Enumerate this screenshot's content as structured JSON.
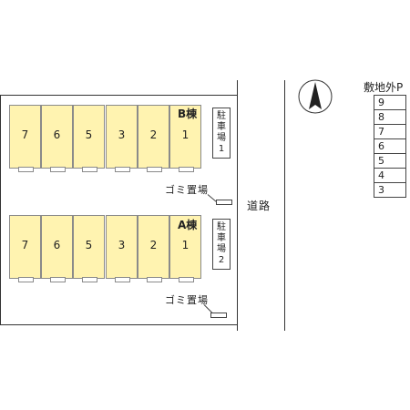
{
  "building_b": {
    "label": "B棟",
    "units": [
      "7",
      "6",
      "5",
      "3",
      "2",
      "1"
    ]
  },
  "building_a": {
    "label": "A棟",
    "units": [
      "7",
      "6",
      "5",
      "3",
      "2",
      "1"
    ]
  },
  "parking_1": {
    "chars": [
      "駐",
      "車",
      "場",
      "1"
    ]
  },
  "parking_2": {
    "chars": [
      "駐",
      "車",
      "場",
      "2"
    ]
  },
  "trash_1": {
    "label": "ゴミ置場"
  },
  "trash_2": {
    "label": "ゴミ置場"
  },
  "road": {
    "label": "道路"
  },
  "compass": {
    "icon": "north-arrow-icon"
  },
  "offsite_parking": {
    "title": "敷地外P",
    "slots": [
      "9",
      "8",
      "7",
      "6",
      "5",
      "4",
      "3"
    ]
  },
  "colors": {
    "unit_fill": "#fff3b0",
    "unit_border": "#8a8a8a",
    "line": "#333333"
  }
}
